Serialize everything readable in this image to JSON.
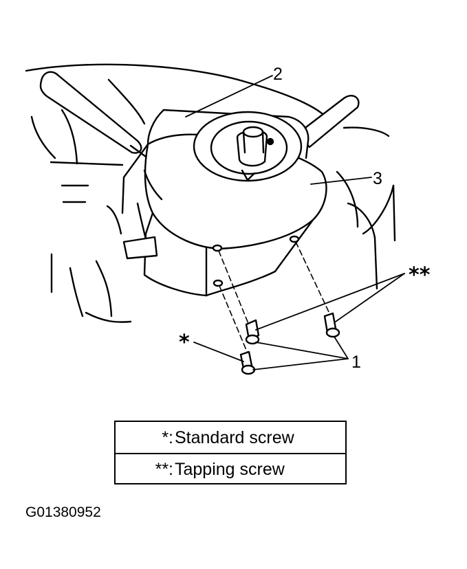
{
  "callouts": {
    "c1": "1",
    "c2": "2",
    "c3": "3",
    "single_star": "*",
    "double_star": "**"
  },
  "legend": {
    "rows": [
      {
        "symbol": "*:",
        "text": "Standard screw"
      },
      {
        "symbol": "**:",
        "text": "Tapping screw"
      }
    ]
  },
  "figure_id": "G01380952"
}
